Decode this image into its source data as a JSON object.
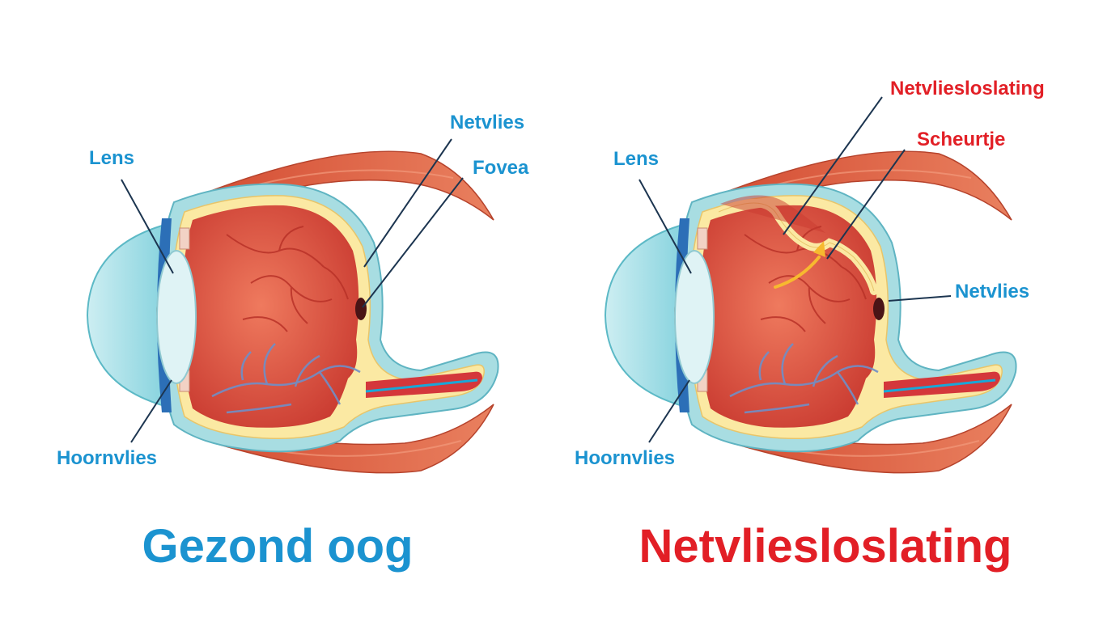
{
  "colors": {
    "label_blue": "#1b93d0",
    "label_red": "#e21f26",
    "muscle": "#e06a48",
    "sclera_outer": "#a8dde2",
    "eye_inside": "#d9473a",
    "retina": "#fbe9a3",
    "cornea": "#7fd0dc",
    "iris": "#2c6fb7",
    "lens": "#dff3f5",
    "leader": "#1c3550"
  },
  "healthy": {
    "title": "Gezond oog",
    "labels": {
      "lens": "Lens",
      "cornea": "Hoornvlies",
      "retina": "Netvlies",
      "fovea": "Fovea"
    }
  },
  "detached": {
    "title": "Netvliesloslating",
    "labels": {
      "lens": "Lens",
      "cornea": "Hoornvlies",
      "retina": "Netvlies",
      "detachment": "Netvliesloslating",
      "tear": "Scheurtje"
    }
  }
}
